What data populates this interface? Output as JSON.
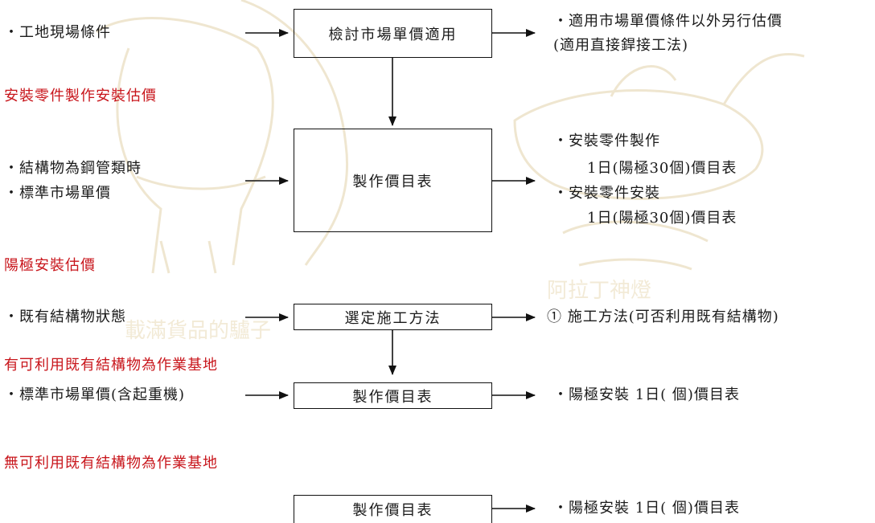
{
  "section1": {
    "input": "・工地現場條件",
    "box": "檢討市場單價適用",
    "output_line1": "・適用市場單價條件以外另行估價",
    "output_line2": "(適用直接銲接工法)"
  },
  "section2": {
    "heading": "安裝零件製作安裝估價",
    "input_line1": "・結構物為鋼管類時",
    "input_line2": "・標準市場單價",
    "box": "製作價目表",
    "output_line1": "・安裝零件製作",
    "output_line2": "1日(陽極30個)價目表",
    "output_line3": "・安裝零件安裝",
    "output_line4": "1日(陽極30個)價目表"
  },
  "section3": {
    "heading": "陽極安裝估價",
    "input": "・既有結構物狀態",
    "box": "選定施工方法",
    "output": "① 施工方法(可否利用既有結構物)"
  },
  "section4": {
    "heading": "有可利用既有結構物為作業基地",
    "input": "・標準市場單價(含起重機)",
    "box": "製作價目表",
    "output": "・陽極安裝 1日( 個)價目表"
  },
  "section5": {
    "heading": "無可利用既有結構物為作業基地",
    "box": "製作價目表",
    "output": "・陽極安裝 1日( 個)價目表"
  },
  "watermark": {
    "text_left": "載滿貨品的驢子",
    "text_right": "阿拉丁神燈"
  },
  "colors": {
    "heading": "#c8151b",
    "line": "#111111",
    "watermark": "#c9a24a"
  }
}
